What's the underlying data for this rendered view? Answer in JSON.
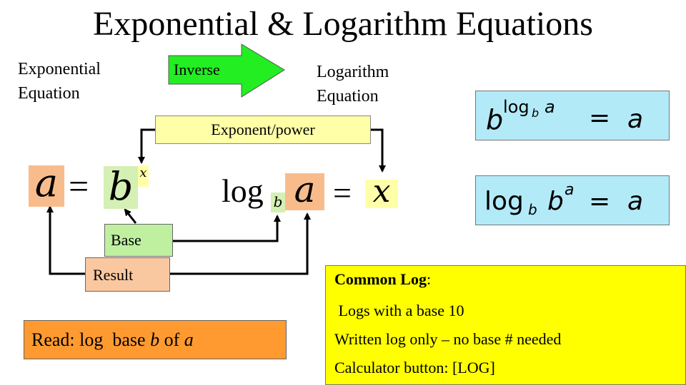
{
  "title": "Exponential & Logarithm Equations",
  "labels": {
    "exponential": [
      "Exponential",
      "Equation"
    ],
    "logarithm": [
      "Logarithm",
      "Equation"
    ],
    "inverse": "Inverse"
  },
  "boxes": {
    "exponent_power": "Exponent/power",
    "base": "Base",
    "result": "Result",
    "read": {
      "prefix": "Read: log  base ",
      "b": "b",
      "mid": " of ",
      "a": "a"
    }
  },
  "exp_equation": {
    "a": "a",
    "eq": "=",
    "b": "b",
    "x": "x"
  },
  "log_equation": {
    "log": "log",
    "b": "b",
    "a": "a",
    "eq": "=",
    "x": "x"
  },
  "identities": {
    "first": {
      "b": "b",
      "log": "log",
      "sub": "b",
      "a": "a",
      "eq": "=",
      "rhs": "a"
    },
    "second": {
      "log": "log",
      "sub": "b",
      "b": "b",
      "sup": "a",
      "eq": "=",
      "rhs": "a"
    }
  },
  "common_log": {
    "heading": "Common Log",
    "colon": ":",
    "lines": [
      " Logs with a base 10",
      "Written log only – no base # needed",
      "Calculator button: [LOG]"
    ]
  },
  "colors": {
    "arrow_green": "#22ee22",
    "highlight_yellow": "#ffffa8",
    "highlight_peach": "#f8bc8c",
    "highlight_green": "#d4f0b4",
    "identity_blue": "#b3eaf8",
    "common_yellow": "#ffff00",
    "read_orange": "#ff9a30"
  }
}
